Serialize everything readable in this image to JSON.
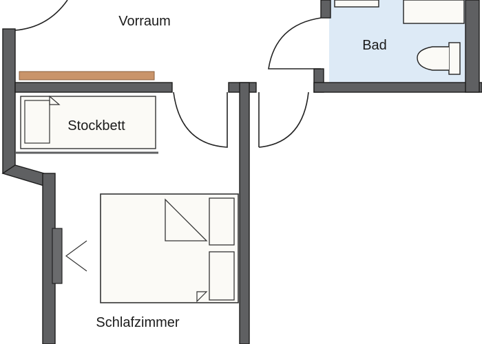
{
  "rooms": {
    "vorraum": "Vorraum",
    "bad": "Bad",
    "stockbett": "Stockbett",
    "schlafzimmer": "Schlafzimmer"
  },
  "colors": {
    "wall_fill": "#5f6062",
    "wall_edge": "#1c1c1c",
    "bathroom_floor": "#ddeaf6",
    "furniture_fill": "#fbfaf6",
    "shelf": "#c9946a",
    "door_line": "#222222"
  }
}
